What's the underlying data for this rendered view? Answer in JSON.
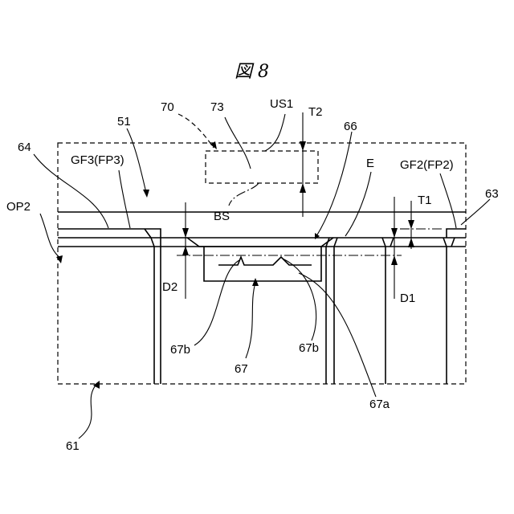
{
  "figure": {
    "title": "図 8"
  },
  "labels": {
    "l70": "70",
    "l73": "73",
    "us1": "US1",
    "t2": "T2",
    "l66": "66",
    "l51": "51",
    "l64": "64",
    "gf3": "GF3(FP3)",
    "e": "E",
    "gf2": "GF2(FP2)",
    "l63": "63",
    "op2": "OP2",
    "t1": "T1",
    "bs": "BS",
    "d2": "D2",
    "d1": "D1",
    "l67b_left": "67b",
    "l67": "67",
    "l67b_right": "67b",
    "l67a": "67a",
    "l61": "61"
  }
}
